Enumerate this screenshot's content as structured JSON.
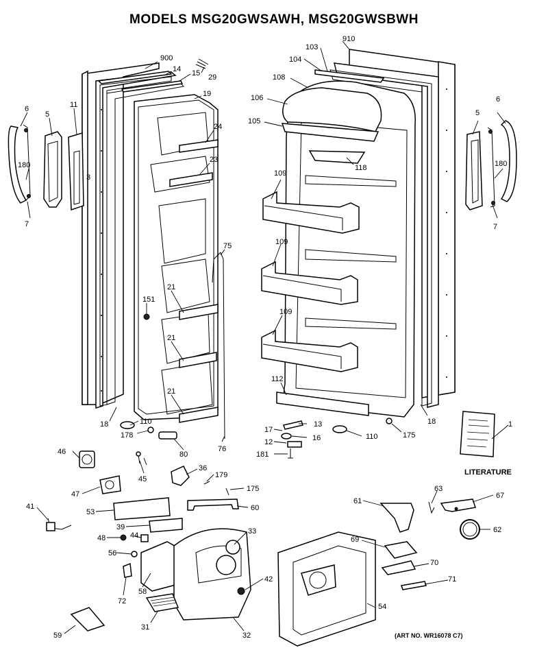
{
  "title": "MODELS MSG20GWSAWH, MSG20GWSBWH",
  "art_no": "(ART NO. WR16078 C7)",
  "literature_label": "LITERATURE",
  "callouts": {
    "c900": "900",
    "c14": "14",
    "c15": "15",
    "c29": "29",
    "c19": "19",
    "c6L": "6",
    "c11": "11",
    "c5L": "5",
    "c180L": "180",
    "c3": "3",
    "c7L": "7",
    "c24": "24",
    "c23": "23",
    "c75": "75",
    "c151": "151",
    "c21a": "21",
    "c21b": "21",
    "c21c": "21",
    "c18L": "18",
    "c110L": "110",
    "c178": "178",
    "c80": "80",
    "c76": "76",
    "c910": "910",
    "c103": "103",
    "c104": "104",
    "c108": "108",
    "c106": "106",
    "c105": "105",
    "c118": "118",
    "c109a": "109",
    "c109b": "109",
    "c109c": "109",
    "c112": "112",
    "c13": "13",
    "c17": "17",
    "c16": "16",
    "c12": "12",
    "c181": "181",
    "c110R": "110",
    "c175a": "175",
    "c18R": "18",
    "c6R": "6",
    "c5R": "5",
    "c180R": "180",
    "c7R": "7",
    "c1": "1",
    "c46": "46",
    "c45": "45",
    "c36": "36",
    "c179": "179",
    "c175b": "175",
    "c47": "47",
    "c53": "53",
    "c60": "60",
    "c41": "41",
    "c39": "39",
    "c44": "44",
    "c33": "33",
    "c48": "48",
    "c56": "56",
    "c58": "58",
    "c72": "72",
    "c42": "42",
    "c31": "31",
    "c32": "32",
    "c59": "59",
    "c61": "61",
    "c63": "63",
    "c67": "67",
    "c62": "62",
    "c69": "69",
    "c70": "70",
    "c71": "71",
    "c54": "54"
  }
}
